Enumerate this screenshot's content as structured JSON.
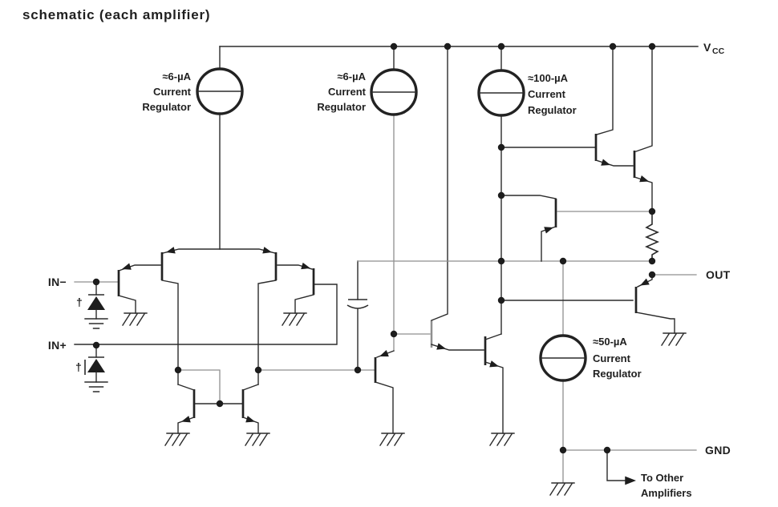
{
  "title": "schematic (each amplifier)",
  "ports": {
    "in_minus": "IN−",
    "in_plus": "IN+",
    "vcc": "V",
    "vcc_sub": "CC",
    "out": "OUT",
    "gnd": "GND"
  },
  "regulators": [
    {
      "value": "≈6-µA",
      "line2": "Current",
      "line3": "Regulator"
    },
    {
      "value": "≈6-µA",
      "line2": "Current",
      "line3": "Regulator"
    },
    {
      "value": "≈100-µA",
      "line2": "Current",
      "line3": "Regulator"
    },
    {
      "value": "≈50-µA",
      "line2": "Current",
      "line3": "Regulator"
    }
  ],
  "annotations": {
    "dagger_in_minus": "†",
    "dagger_in_plus": "†",
    "to_other_line1": "To Other",
    "to_other_line2": "Amplifiers"
  },
  "colors": {
    "ink": "#2b2b2b",
    "wire_gray": "#8f8f8f",
    "background": "#ffffff"
  }
}
